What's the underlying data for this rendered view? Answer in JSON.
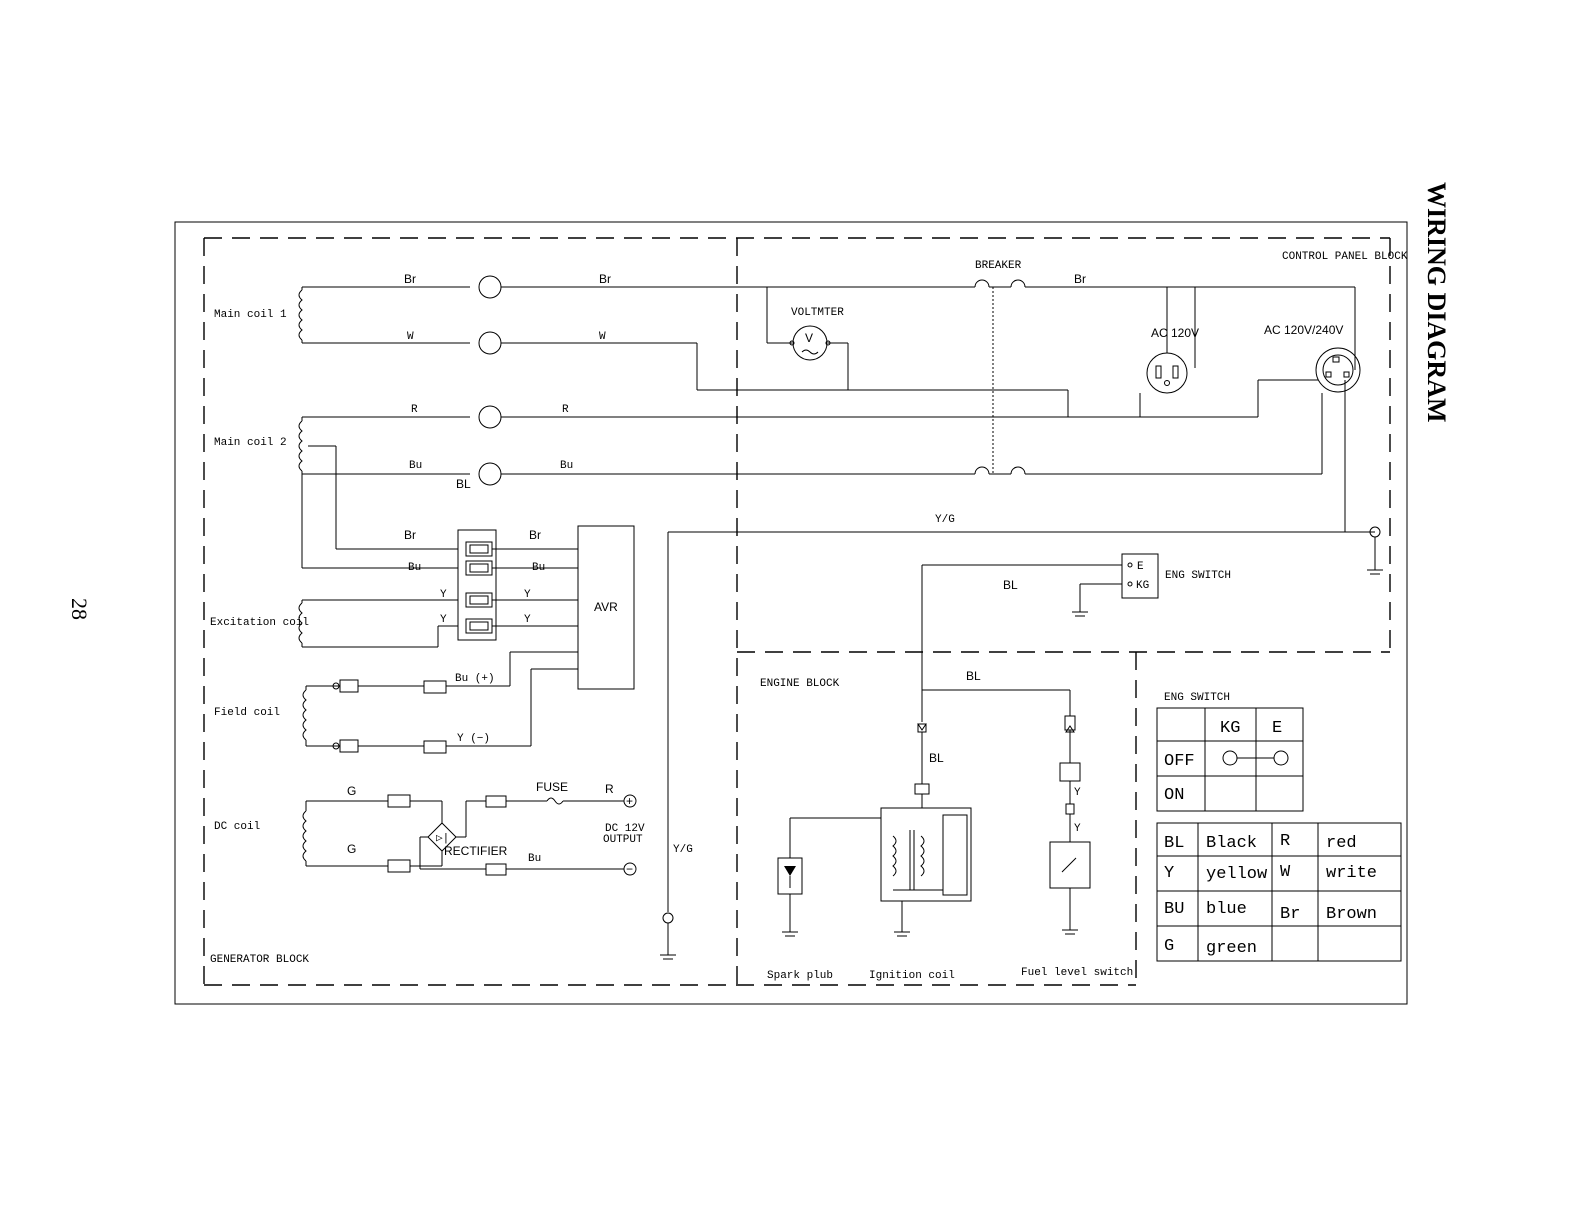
{
  "page": {
    "title": "WIRING DIAGRAM",
    "page_number": "28"
  },
  "blocks": {
    "generator": "GENERATOR BLOCK",
    "control_panel": "CONTROL PANEL BLOCK",
    "engine": "ENGINE BLOCK"
  },
  "components": {
    "main_coil_1": "Main coil 1",
    "main_coil_2": "Main coil 2",
    "excitation_coil": "Excitation coil",
    "field_coil": "Field coil",
    "dc_coil": "DC coil",
    "avr": "AVR",
    "rectifier": "RECTIFIER",
    "fuse": "FUSE",
    "dc_output": "DC 12V",
    "dc_output_2": "OUTPUT",
    "breaker": "BREAKER",
    "voltmeter": "VOLTMTER",
    "voltmeter_symbol": "V",
    "ac_120": "AC 120V",
    "ac_120_240": "AC 120V/240V",
    "eng_switch": "ENG SWITCH",
    "switch_e": "E",
    "switch_kg": "KG",
    "spark_plug": "Spark plub",
    "ignition_coil": "Ignition coil",
    "fuel_switch": "Fuel level switch",
    "plus": "+",
    "minus": "−"
  },
  "wire_labels": {
    "br": "Br",
    "w": "W",
    "r": "R",
    "bu": "Bu",
    "bl": "BL",
    "y": "Y",
    "g": "G",
    "yg": "Y/G",
    "bu_plus": "Bu (+)",
    "y_minus": "Y  (−)"
  },
  "switch_table": {
    "title": "ENG SWITCH",
    "headers": [
      "",
      "KG",
      "E"
    ],
    "rows": [
      [
        "OFF"
      ],
      [
        "ON"
      ]
    ]
  },
  "color_legend": [
    [
      "BL",
      "Black",
      "R",
      "red"
    ],
    [
      "Y",
      "yellow",
      "W",
      "write"
    ],
    [
      "BU",
      "blue",
      "Br",
      "Brown"
    ],
    [
      "G",
      "green",
      "",
      ""
    ]
  ]
}
